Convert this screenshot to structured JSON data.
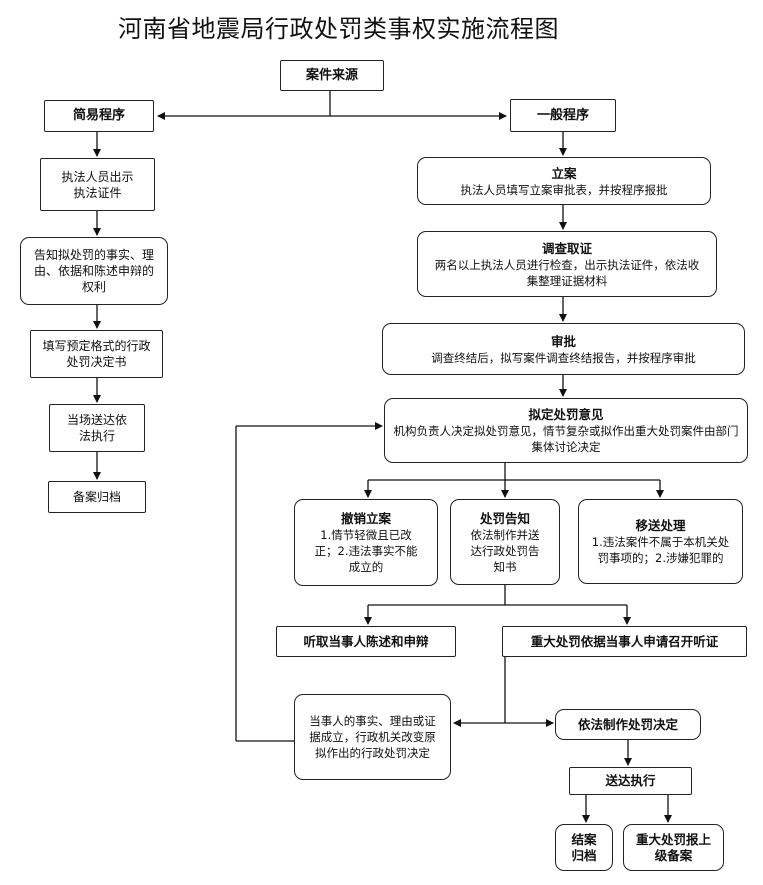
{
  "title": "河南省地震局行政处罚类事权实施流程图",
  "nodes": {
    "source": "案件来源",
    "simple": "简易程序",
    "general": "一般程序",
    "s1": "执法人员出示执法证件",
    "s2": "告知拟处罚的事实、理由、依据和陈述申辩的权利",
    "s3": "填写预定格式的行政处罚决定书",
    "s4": "当场送达依法执行",
    "s5": "备案归档",
    "g_file": {
      "title": "立案",
      "desc": "执法人员填写立案审批表，并按程序报批"
    },
    "g_invest": {
      "title": "调查取证",
      "desc": "两名以上执法人员进行检查，出示执法证件，依法收集整理证据材料"
    },
    "g_approve": {
      "title": "审批",
      "desc": "调查终结后，拟写案件调查终结报告，并按程序审批"
    },
    "g_draft": {
      "title": "拟定处罚意见",
      "desc": "机构负责人决定拟处罚意见，情节复杂或拟作出重大处罚案件由部门集体讨论决定"
    },
    "g_cancel": {
      "title": "撤销立案",
      "desc": "1.情节轻微且已改正；2.违法事实不能成立的"
    },
    "g_notice": {
      "title": "处罚告知",
      "desc": "依法制作并送达行政处罚告知书"
    },
    "g_transfer": {
      "title": "移送处理",
      "desc": "1.违法案件不属于本机关处罚事项的；2.涉嫌犯罪的"
    },
    "g_hear": "听取当事人陈述和申辩",
    "g_hearing": "重大处罚依据当事人申请召开听证",
    "g_change": "当事人的事实、理由或证据成立，行政机关改变原拟作出的行政处罚决定",
    "g_decide": "依法制作处罚决定",
    "g_serve": "送达执行",
    "g_close": "结案归档",
    "g_report": "重大处罚报上级备案"
  }
}
